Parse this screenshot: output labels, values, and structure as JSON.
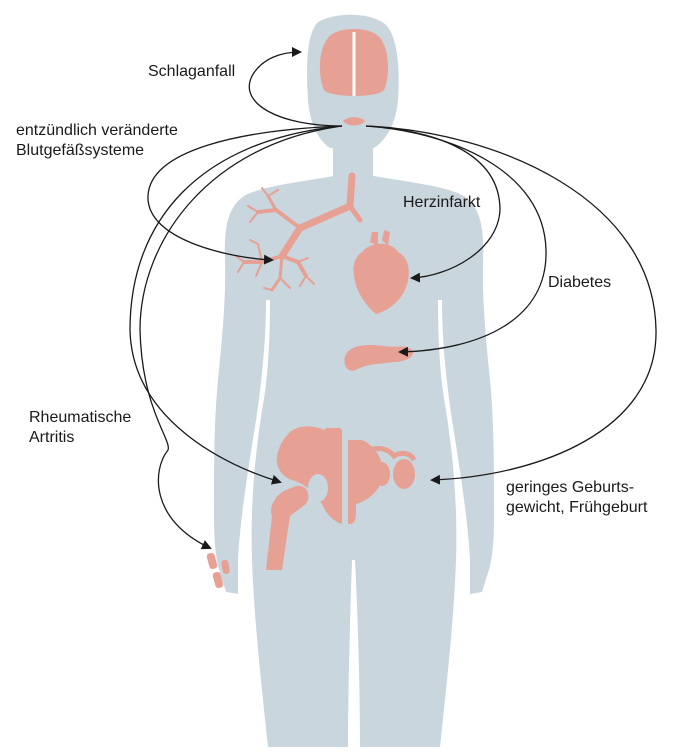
{
  "colors": {
    "body": "#c9d6de",
    "organ": "#e6a194",
    "arrow": "#1a1a1a",
    "text": "#1a1a1a"
  },
  "labels": {
    "stroke": "Schlaganfall",
    "vessels_line1": "entzündlich veränderte",
    "vessels_line2": "Blutgefäßsysteme",
    "heart_attack": "Herzinfarkt",
    "diabetes": "Diabetes",
    "arthritis_line1": "Rheumatische",
    "arthritis_line2": "Artritis",
    "birth_line1": "geringes Geburts-",
    "birth_line2": "gewicht, Frühgeburt"
  },
  "icons": [
    "brain-icon",
    "mouth-icon",
    "lungs-bronchi-icon",
    "heart-icon",
    "pancreas-icon",
    "pelvis-hip-icon",
    "uterus-ovaries-icon",
    "hand-joints-icon"
  ]
}
